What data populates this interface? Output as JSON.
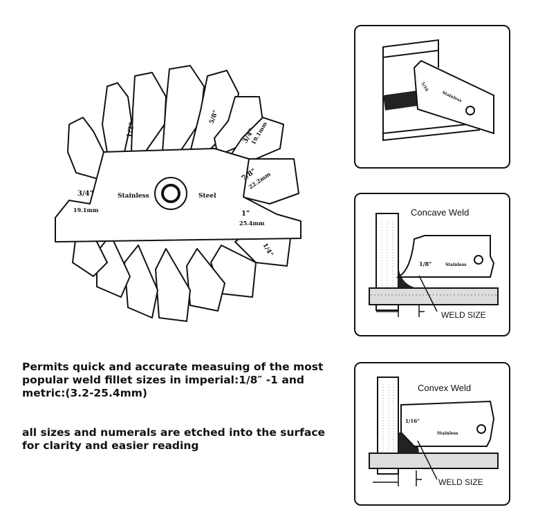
{
  "gauge": {
    "brand_left": "Stainless",
    "brand_right": "Steel",
    "marks": {
      "m34": "3/4\"",
      "m34mm": "19.1mm",
      "m78": "7/8\"",
      "m78mm": "22.2mm",
      "m34r": "3/4\"",
      "m34rmm": "19.1mm",
      "m1": "1\"",
      "m1mm": "25.4mm",
      "m12": "1/2\"",
      "m58": "5/8\"",
      "m14": "1/4\""
    }
  },
  "panels": {
    "gauge_use": {
      "etch1": "5/16",
      "etch2": "Stainless"
    },
    "concave": {
      "title": "Concave Weld",
      "size_mark": "1/8\"",
      "etch": "Stainless",
      "weld_size": "WELD SIZE"
    },
    "convex": {
      "title": "Convex Weld",
      "size_mark": "1/16\"",
      "etch": "Stainless",
      "weld_size": "WELD SIZE"
    }
  },
  "description": {
    "line1": "Permits quick and accurate measuing of the most",
    "line2": "popular weld fillet sizes in imperial:1/8″ -1 and",
    "line3": "metric:(3.2-25.4mm)",
    "line4": "all sizes and numerals are etched into the surface",
    "line5": "for clarity and easier reading"
  }
}
